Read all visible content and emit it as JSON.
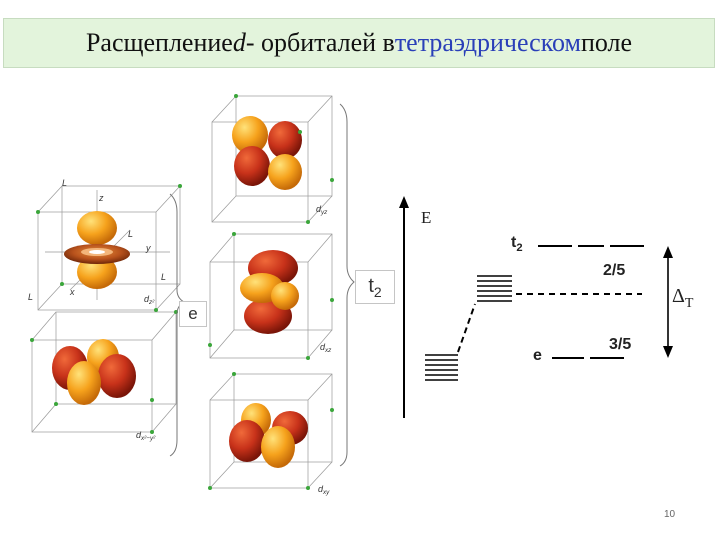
{
  "title": {
    "part1": "Расщепление ",
    "d_italic": "d",
    "part2": "- орбиталей в ",
    "accent": "тетраэдрическом",
    "part3": " поле"
  },
  "orbitals": {
    "dz2": {
      "label": "d",
      "sub": "z²"
    },
    "dx2y2": {
      "label": "d",
      "sub": "x²−y²"
    },
    "dxy": {
      "label": "d",
      "sub": "xy"
    },
    "dxz": {
      "label": "d",
      "sub": "xz"
    },
    "dyz": {
      "label": "d",
      "sub": "yz"
    },
    "axis_x": "x",
    "axis_y": "y",
    "axis_z": "z",
    "corner_L": "L"
  },
  "groups": {
    "e": "e",
    "t2": "t",
    "t2_sub": "2"
  },
  "diagram": {
    "energy_axis_label": "E",
    "t2_label": "t",
    "t2_sub": "2",
    "e_label": "e",
    "t2_fraction": "2/5",
    "e_fraction": "3/5",
    "delta_label": "Δ",
    "delta_sub": "T"
  },
  "page_number": "10",
  "colors": {
    "title_bg": "#e3f4dc",
    "accent": "#2a3fb8",
    "lobe_light": "#f6a21c",
    "lobe_dark": "#c8321a",
    "corner_dot": "#3aa63a"
  }
}
